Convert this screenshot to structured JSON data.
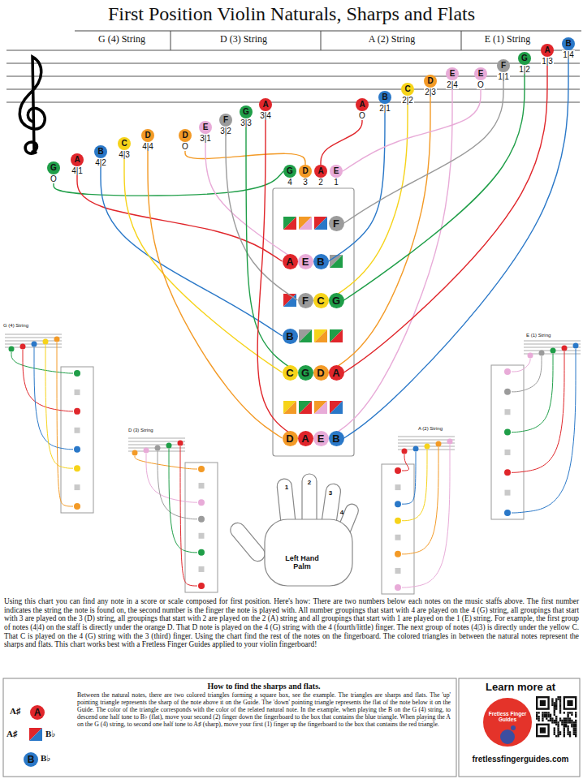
{
  "diagram": {
    "title": "First Position Violin Naturals, Sharps and Flats",
    "nodes": [
      {
        "text": [
          "G",
          "O"
        ]
      },
      {
        "text": [
          "A",
          "4|1"
        ]
      },
      {
        "text": [
          "B",
          "4|2"
        ]
      },
      {
        "text": [
          "C",
          "4|3"
        ]
      },
      {
        "text": [
          "D",
          "4|4"
        ]
      },
      {
        "text": [
          "D",
          "O"
        ]
      },
      {
        "text": [
          "E",
          "3|1"
        ]
      },
      {
        "text": [
          "F",
          "3|2"
        ]
      },
      {
        "text": [
          "G",
          "3|3"
        ]
      },
      {
        "text": [
          "A",
          "3|4"
        ]
      },
      {
        "text": [
          "A",
          "O"
        ]
      },
      {
        "text": [
          "B",
          "2|1"
        ]
      },
      {
        "text": [
          "C",
          "2|2"
        ]
      },
      {
        "text": [
          "D",
          "2|3"
        ]
      },
      {
        "text": [
          "E",
          "2|4"
        ]
      },
      {
        "text": [
          "E",
          "O"
        ]
      },
      {
        "text": [
          "F",
          "1|1"
        ]
      },
      {
        "text": [
          "G",
          "1|2"
        ]
      },
      {
        "text": [
          "A",
          "1|3"
        ]
      },
      {
        "text": [
          "B",
          "1|4"
        ]
      },
      {
        "text": [
          "G",
          "4"
        ]
      },
      {
        "text": [
          "D",
          "3"
        ]
      },
      {
        "text": [
          "A",
          "2"
        ]
      },
      {
        "text": [
          "E",
          "1"
        ]
      },
      {
        "text": [
          "F"
        ]
      },
      {
        "text": [
          "A"
        ]
      },
      {
        "text": [
          "E"
        ]
      },
      {
        "text": [
          "B"
        ]
      },
      {
        "text": [
          "F"
        ]
      },
      {
        "text": [
          "C"
        ]
      },
      {
        "text": [
          "G"
        ]
      },
      {
        "text": [
          "B"
        ]
      },
      {
        "text": [
          "C"
        ]
      },
      {
        "text": [
          "G"
        ]
      },
      {
        "text": [
          "D"
        ]
      },
      {
        "text": [
          "A"
        ]
      },
      {
        "text": [
          "D"
        ]
      },
      {
        "text": [
          "A"
        ]
      },
      {
        "text": [
          "E"
        ]
      },
      {
        "text": [
          "B"
        ]
      },
      {
        "text": [
          "A"
        ]
      },
      {
        "text": [
          "B"
        ]
      }
    ],
    "edges": [
      {
        "from": 0,
        "to": 20,
        "arrow": "none"
      },
      {
        "from": 1,
        "to": 25,
        "arrow": "none"
      },
      {
        "from": 2,
        "to": 31,
        "arrow": "none"
      },
      {
        "from": 3,
        "to": 32,
        "arrow": "none"
      },
      {
        "from": 4,
        "to": 36,
        "arrow": "none"
      },
      {
        "from": 5,
        "to": 21,
        "arrow": "none"
      },
      {
        "from": 6,
        "to": 26,
        "arrow": "none"
      },
      {
        "from": 7,
        "to": 28,
        "arrow": "none"
      },
      {
        "from": 8,
        "to": 33,
        "arrow": "none"
      },
      {
        "from": 9,
        "to": 37,
        "arrow": "none"
      },
      {
        "from": 10,
        "to": 22,
        "arrow": "none"
      },
      {
        "from": 11,
        "to": 27,
        "arrow": "none"
      },
      {
        "from": 12,
        "to": 29,
        "arrow": "none"
      },
      {
        "from": 13,
        "to": 34,
        "arrow": "none"
      },
      {
        "from": 14,
        "to": 38,
        "arrow": "none"
      },
      {
        "from": 15,
        "to": 23,
        "arrow": "none"
      },
      {
        "from": 16,
        "to": 24,
        "arrow": "none"
      },
      {
        "from": 17,
        "to": 30,
        "arrow": "none"
      },
      {
        "from": 18,
        "to": 35,
        "arrow": "none"
      },
      {
        "from": 19,
        "to": 39,
        "arrow": "none"
      }
    ],
    "labels": [
      "G (4) String",
      "D (3) String",
      "A (2) String",
      "E (1) String",
      "G (4) String",
      "D (3) String",
      "A (2) String",
      "E (1) String",
      "1",
      "2",
      "3",
      "4",
      "Left Hand Palm",
      "Using this chart you can find any note in a score or scale composed for first position. Here's how: There are two numbers below each notes on the music staffs above. The first number indicates the string the note is found on, the second number is the finger the note is played with. All number groupings that start with 4 are played on the 4 (G) string, all groupings that start with 3 are played on the 3 (D) string, all groupings that start with 2 are played on the 2 (A) string and all groupings that start with 1 are played on the 1 (E) string. For example, the first group of notes (4|4) on the staff is directly under the orange D. That D note is played on the 4 (G) string with the 4 (fourth/little) finger. The next group of notes (4|3) is directly under the yellow C. That C is played on the 4 (G) string with the 3 (third) finger. Using the chart find the rest of the notes on the fingerboard. The colored triangles in between the natural notes represent the sharps and flats. This chart works best with a Fretless Finger Guides applied to your violin fingerboard!",
      "How to find the sharps and flats.",
      "Between the natural notes, there are two colored triangles forming a square box, see the example. The triangles are sharps and flats. The 'up' pointing triangle represents the sharp of the note above it on the Guide. The 'down' pointing triangle represents the flat of the note below it on the Guide. The color of the triangle corresponds with the color of the related natural note. In the example, when playing the B on the G (4) string, to descend one half tone to B♭ (flat), move your second (2) finger down the fingerboard to the box that contains the blue triangle. When playing the A on the G (4) string, to second one half tone to A♯ (sharp), move your first (1) finger up the fingerboard to the box that contains the red triangle.",
      "A♯",
      "A♯",
      "B♭",
      "B♭",
      "Learn more at",
      "Fretless Finger Guides",
      "fretlessfingerguides.com"
    ]
  }
}
